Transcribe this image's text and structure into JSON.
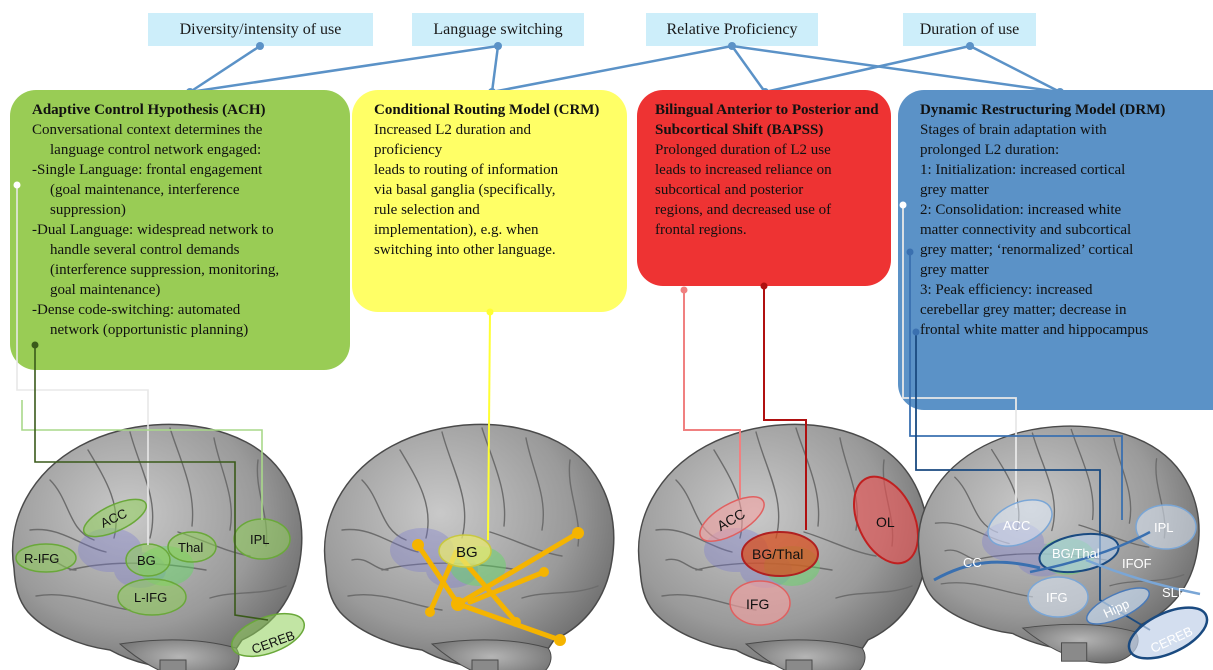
{
  "factors": [
    {
      "label": "Diversity/intensity  of use"
    },
    {
      "label": "Language switching"
    },
    {
      "label": "Relative  Proficiency"
    },
    {
      "label": "Duration  of use"
    }
  ],
  "models": {
    "ach": {
      "title": "Adaptive Control Hypothesis (ACH)",
      "lines": [
        "Conversational context determines the",
        "language control network engaged:",
        "-Single Language:  frontal engagement",
        "(goal maintenance,  interference",
        "suppression)",
        "-Dual Language:  widespread network to",
        "handle several control demands",
        "(interference suppression, monitoring,",
        "goal maintenance)",
        "-Dense code-switching: automated",
        "network (opportunistic planning)"
      ]
    },
    "crm": {
      "title": "Conditional Routing Model (CRM)",
      "lines": [
        "Increased L2 duration and",
        "proficiency",
        "leads to routing of information",
        "via basal ganglia (specifically,",
        "rule selection and",
        "implementation),  e.g. when",
        "switching into other language."
      ]
    },
    "bapss": {
      "title": "Bilingual Anterior to Posterior and Subcortical Shift (BAPSS)",
      "lines": [
        "Prolonged duration  of L2 use",
        "leads to increased reliance on",
        "subcortical and posterior",
        "regions, and decreased use of",
        "frontal regions."
      ]
    },
    "drm": {
      "title": "Dynamic Restructuring Model (DRM)",
      "lines": [
        "Stages of brain adaptation with",
        "prolonged L2 duration:",
        "1: Initialization:  increased cortical",
        "grey matter",
        "2: Consolidation: increased white",
        "matter connectivity and subcortical",
        "grey matter; ‘renormalized’ cortical",
        "grey matter",
        "3: Peak efficiency:  increased",
        "cerebellar grey matter; decrease in",
        "frontal white matter and hippocampus"
      ]
    }
  },
  "regions": {
    "ach": {
      "acc": "ACC",
      "rifg": "R-IFG",
      "bg": "BG",
      "thal": "Thal",
      "ipl": "IPL",
      "lifg": "L-IFG",
      "cereb": "CEREB"
    },
    "crm": {
      "bg": "BG"
    },
    "bapss": {
      "acc": "ACC",
      "bgthal": "BG/Thal",
      "ifg": "IFG",
      "ol": "OL"
    },
    "drm": {
      "acc": "ACC",
      "ipl": "IPL",
      "cc": "CC",
      "bgthal": "BG/Thal",
      "ifof": "IFOF",
      "ifg": "IFG",
      "hipp": "Hipp",
      "slf": "SLF",
      "cereb": "CEREB"
    }
  },
  "colors": {
    "factor_fill": "#cdeefa",
    "connector": "#5b92c7",
    "ach_fill": "#99cc55",
    "crm_fill": "#ffff66",
    "bapss_fill": "#ee3333",
    "drm_fill": "#5b92c7",
    "crm_route": "#f5b400"
  }
}
